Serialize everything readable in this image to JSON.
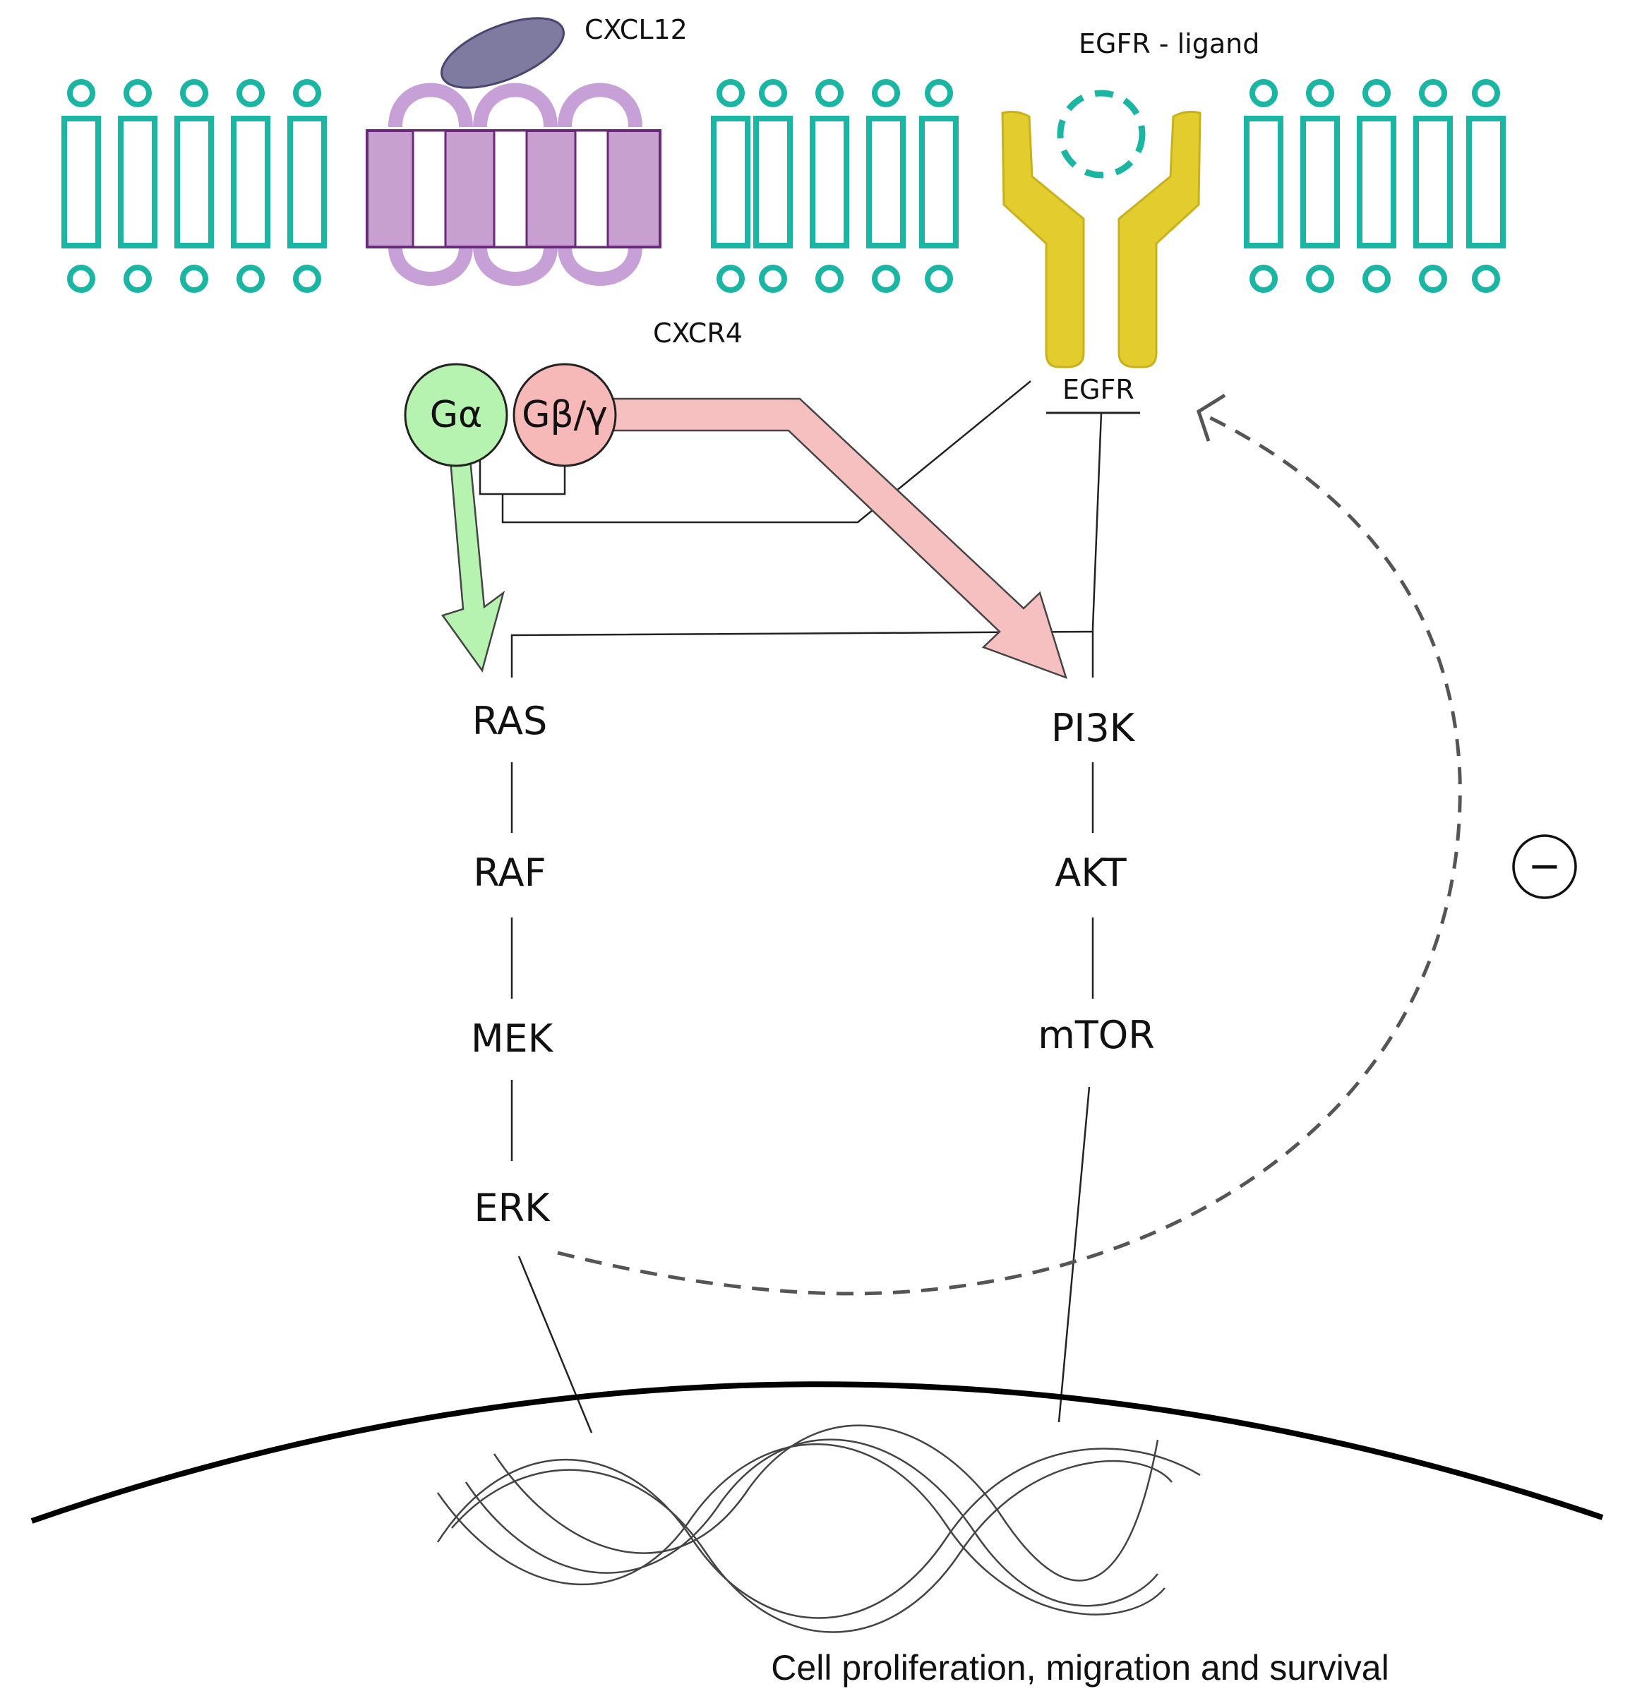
{
  "labels": {
    "cxcl12": "CXCL12",
    "egfr_ligand": "EGFR - ligand",
    "cxcr4": "CXCR4",
    "egfr": "EGFR",
    "g_alpha": "Gα",
    "g_beta_gamma": "Gβ/γ",
    "ras": "RAS",
    "raf": "RAF",
    "mek": "MEK",
    "erk": "ERK",
    "pi3k": "PI3K",
    "akt": "AKT",
    "mtor": "mTOR",
    "inhibition_symbol": "−",
    "caption": "Cell proliferation, migration and survival"
  },
  "colors": {
    "membrane": "#1ab5a3",
    "cxcr4_fill": "#c8a0d0",
    "cxcr4_border": "#6a2a7a",
    "cxcr4_loops": "#c8a0d8",
    "cxcl12": "#7f7aa0",
    "egfr": "#e2cc2e",
    "g_alpha": "#b6f2b0",
    "g_beta_gamma": "#f7b8b8",
    "arrow_green": "#b6f2b0",
    "arrow_pink": "#f7c0c0",
    "feedback": "#555555"
  }
}
